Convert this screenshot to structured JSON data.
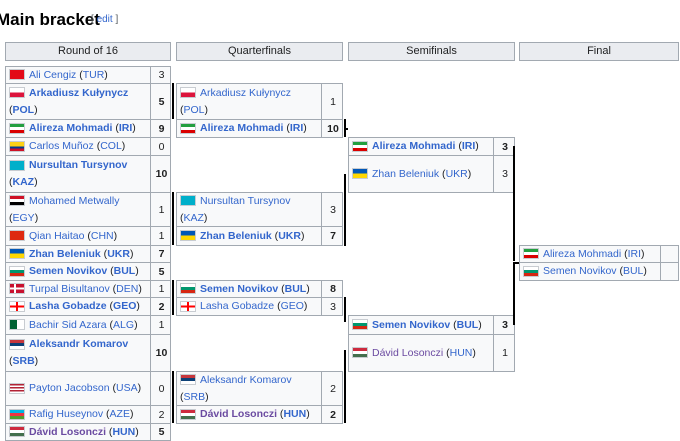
{
  "heading": "Main bracket",
  "edit": {
    "open": "[",
    "link": "edit",
    "close": "]"
  },
  "rounds": [
    "Round of 16",
    "Quarterfinals",
    "Semifinals",
    "Final"
  ],
  "ro16": [
    {
      "name": "Ali Cengiz",
      "country": "TUR",
      "score": "3",
      "win": false,
      "flag": "tur"
    },
    {
      "name": "Arkadiusz Kułynycz",
      "country": "POL",
      "score": "5",
      "win": true,
      "flag": "pol"
    },
    {
      "name": "Alireza Mohmadi",
      "country": "IRI",
      "score": "9",
      "win": true,
      "flag": "iri"
    },
    {
      "name": "Carlos Muñoz",
      "country": "COL",
      "score": "0",
      "win": false,
      "flag": "col"
    },
    {
      "name": "Nursultan Tursynov",
      "country": "KAZ",
      "score": "10",
      "win": true,
      "flag": "kaz"
    },
    {
      "name": "Mohamed Metwally",
      "country": "EGY",
      "score": "1",
      "win": false,
      "flag": "egy"
    },
    {
      "name": "Qian Haitao",
      "country": "CHN",
      "score": "1",
      "win": false,
      "flag": "chn"
    },
    {
      "name": "Zhan Beleniuk",
      "country": "UKR",
      "score": "7",
      "win": true,
      "flag": "ukr"
    },
    {
      "name": "Semen Novikov",
      "country": "BUL",
      "score": "5",
      "win": true,
      "flag": "bul"
    },
    {
      "name": "Turpal Bisultanov",
      "country": "DEN",
      "score": "1",
      "win": false,
      "flag": "den"
    },
    {
      "name": "Lasha Gobadze",
      "country": "GEO",
      "score": "2",
      "win": true,
      "flag": "geo"
    },
    {
      "name": "Bachir Sid Azara",
      "country": "ALG",
      "score": "1",
      "win": false,
      "flag": "alg"
    },
    {
      "name": "Aleksandr Komarov",
      "country": "SRB",
      "score": "10",
      "win": true,
      "flag": "srb"
    },
    {
      "name": "Payton Jacobson",
      "country": "USA",
      "score": "0",
      "win": false,
      "flag": "usa"
    },
    {
      "name": "Rafig Huseynov",
      "country": "AZE",
      "score": "2",
      "win": false,
      "flag": "aze"
    },
    {
      "name": "Dávid Losonczi",
      "country": "HUN",
      "score": "5",
      "win": true,
      "flag": "hun"
    }
  ],
  "qf": [
    {
      "name": "Arkadiusz Kułynycz",
      "country": "POL",
      "score": "1",
      "win": false,
      "flag": "pol"
    },
    {
      "name": "Alireza Mohmadi",
      "country": "IRI",
      "score": "10",
      "win": true,
      "flag": "iri"
    },
    {
      "name": "Nursultan Tursynov",
      "country": "KAZ",
      "score": "3",
      "win": false,
      "flag": "kaz"
    },
    {
      "name": "Zhan Beleniuk",
      "country": "UKR",
      "score": "7",
      "win": true,
      "flag": "ukr"
    },
    {
      "name": "Semen Novikov",
      "country": "BUL",
      "score": "8",
      "win": true,
      "flag": "bul"
    },
    {
      "name": "Lasha Gobadze",
      "country": "GEO",
      "score": "3",
      "win": false,
      "flag": "geo"
    },
    {
      "name": "Aleksandr Komarov",
      "country": "SRB",
      "score": "2",
      "win": false,
      "flag": "srb"
    },
    {
      "name": "Dávid Losonczi",
      "country": "HUN",
      "score": "2",
      "win": true,
      "flag": "hun"
    }
  ],
  "sf": [
    {
      "name": "Alireza Mohmadi",
      "country": "IRI",
      "score": "3",
      "win": true,
      "flag": "iri"
    },
    {
      "name": "Zhan Beleniuk",
      "country": "UKR",
      "score": "3",
      "win": false,
      "flag": "ukr"
    },
    {
      "name": "Semen Novikov",
      "country": "BUL",
      "score": "3",
      "win": true,
      "flag": "bul"
    },
    {
      "name": "Dávid Losonczi",
      "country": "HUN",
      "score": "1",
      "win": false,
      "flag": "hun"
    }
  ],
  "final": [
    {
      "name": "Alireza Mohmadi",
      "country": "IRI",
      "score": "",
      "win": false,
      "flag": "iri"
    },
    {
      "name": "Semen Novikov",
      "country": "BUL",
      "score": "",
      "win": false,
      "flag": "bul"
    }
  ]
}
